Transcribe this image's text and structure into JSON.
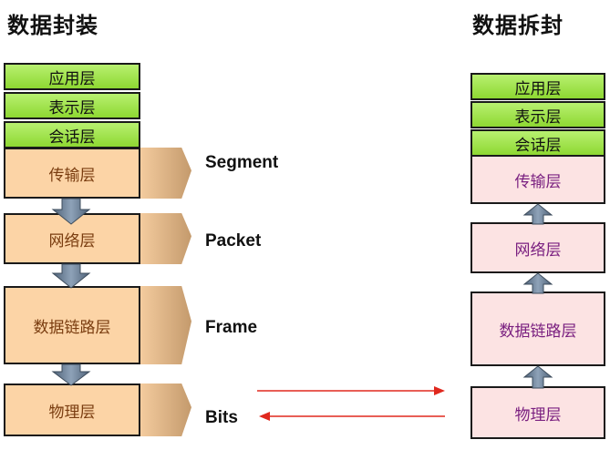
{
  "encapsulation": {
    "title": "数据封装",
    "layers": [
      "应用层",
      "表示层",
      "会话层",
      "传输层",
      "网络层",
      "数据链路层",
      "物理层"
    ],
    "pdus": [
      "Segment",
      "Packet",
      "Frame",
      "Bits"
    ]
  },
  "decapsulation": {
    "title": "数据拆封",
    "layers": [
      "应用层",
      "表示层",
      "会话层",
      "传输层",
      "网络层",
      "数据链路层",
      "物理层"
    ]
  },
  "colors": {
    "green": "#a8e85a",
    "orange": "#fcd4a6",
    "pink": "#fce3e3",
    "arrow_gray": "#6b7f96",
    "link_red": "#e0281e"
  }
}
